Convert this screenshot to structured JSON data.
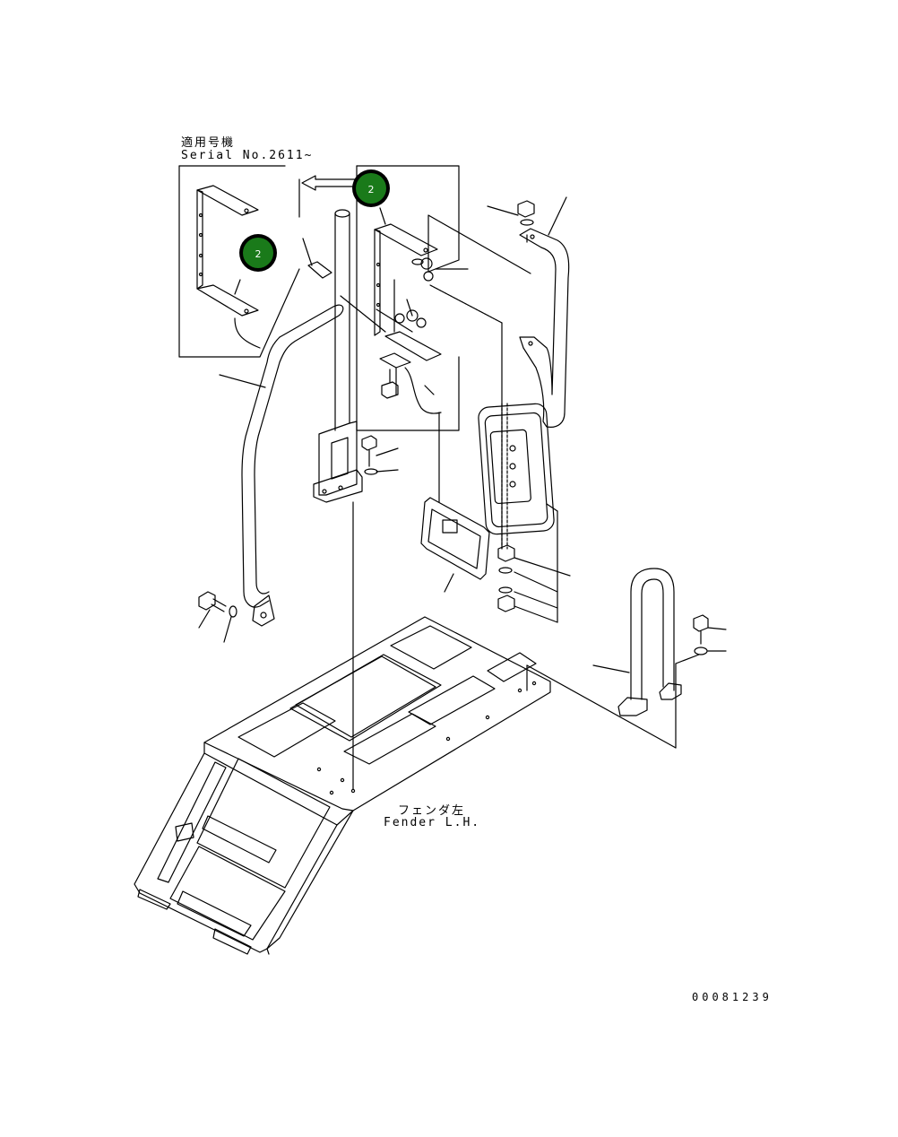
{
  "header": {
    "note_jp": "適用号機",
    "note_en": "Serial No.2611~"
  },
  "callouts": [
    {
      "number": "2",
      "color": "#1a7a1a"
    },
    {
      "number": "2",
      "color": "#1a7a1a"
    }
  ],
  "fender": {
    "label_jp": "フェンダ左",
    "label_en": "Fender L.H."
  },
  "drawing_number": "00081239"
}
